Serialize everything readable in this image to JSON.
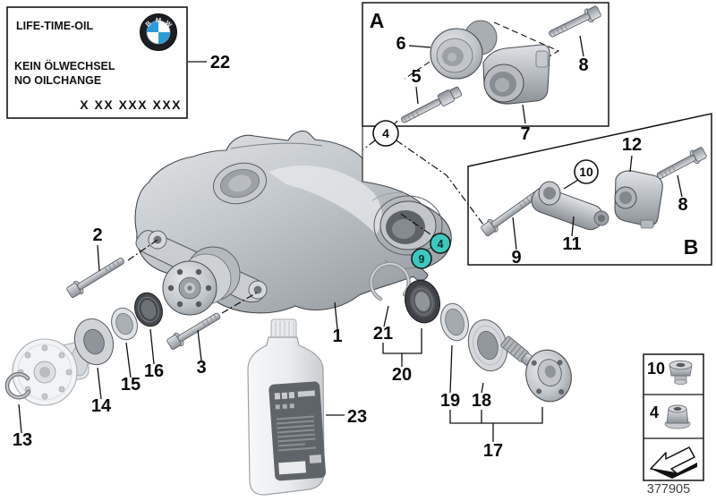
{
  "drawing_number": "377905",
  "info_label": {
    "title": "LIFE-TIME-OIL",
    "line_de": "KEIN ÖLWECHSEL",
    "line_en": "NO OILCHANGE",
    "part_code": "X XX XXX XXX",
    "logo": {
      "letter_b": "B",
      "letter_m": "M",
      "letter_w": "W"
    }
  },
  "sections": {
    "a": "A",
    "b": "B"
  },
  "callouts": {
    "n1": "1",
    "n2": "2",
    "n3": "3",
    "n4": "4",
    "n5": "5",
    "n6": "6",
    "n7": "7",
    "n8": "8",
    "n9": "9",
    "n10": "10",
    "n11": "11",
    "n12": "12",
    "n13": "13",
    "n14": "14",
    "n15": "15",
    "n16": "16",
    "n17": "17",
    "n18": "18",
    "n19": "19",
    "n20": "20",
    "n21": "21",
    "n22": "22",
    "n23": "23"
  },
  "legend": {
    "row1_label": "10",
    "row2_label": "4",
    "row1_icon": "collar-nut-icon",
    "row2_icon": "flange-nut-icon",
    "row3_icon": "direction-arrow-icon"
  },
  "colors": {
    "highlight_teal": "#3EC7BE",
    "bmw_blue": "#2E9BD6"
  }
}
